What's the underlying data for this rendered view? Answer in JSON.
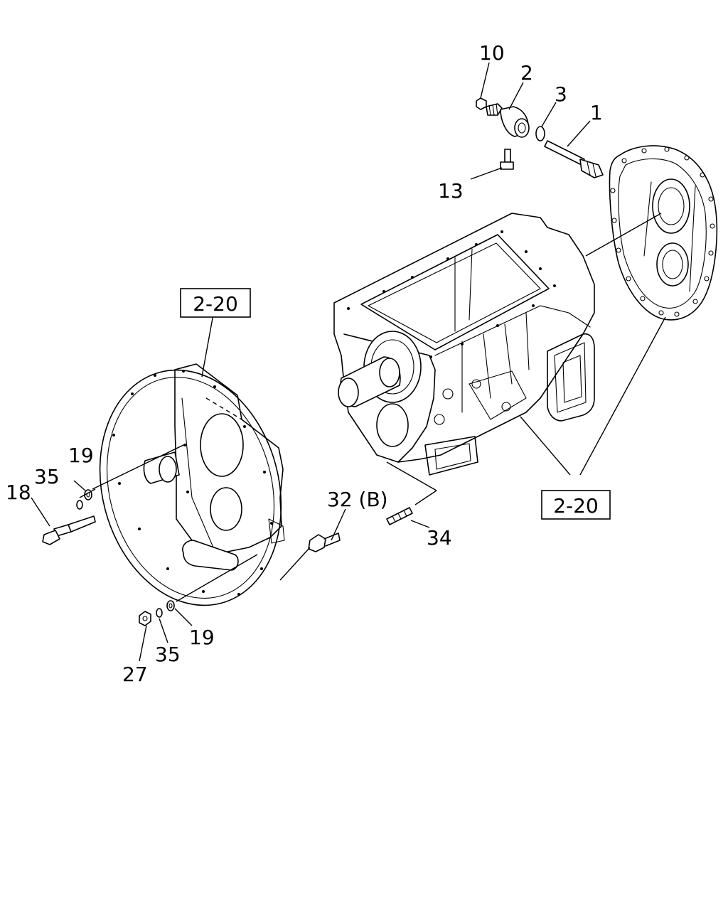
{
  "callouts": {
    "c1": "1",
    "c2": "2",
    "c3": "3",
    "c10": "10",
    "c13": "13",
    "c18": "18",
    "c19a": "19",
    "c19b": "19",
    "c27": "27",
    "c32b": "32 (B)",
    "c34": "34",
    "c35a": "35",
    "c35b": "35"
  },
  "references": {
    "ref_top_left": "2-20",
    "ref_bottom_right": "2-20"
  }
}
